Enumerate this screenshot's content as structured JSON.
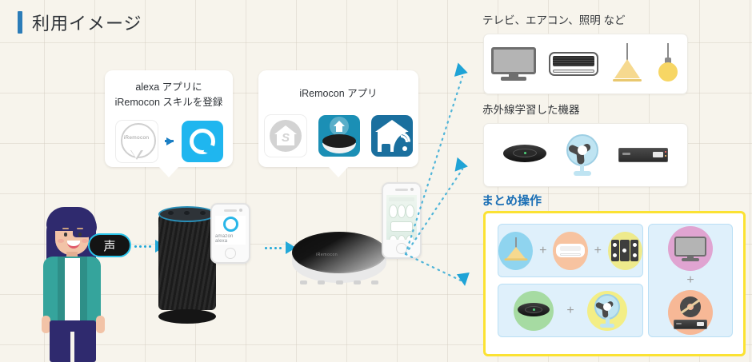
{
  "page": {
    "title": "利用イメージ",
    "accent_blue": "#2b7cb8",
    "background": "#f7f4ec",
    "arrow_blue": "#22a8d8",
    "highlight_yellow": "#fbe233"
  },
  "cards": [
    {
      "id": "alexa-setup",
      "title_line1": "alexa アプリに",
      "title_line2": "iRemocon スキルを登録",
      "icons": [
        "iremocon-pin-logo",
        "arrow-right-icon",
        "alexa-app-icon"
      ]
    },
    {
      "id": "iremocon-app",
      "title_line1": "iRemocon アプリ",
      "title_line2": "",
      "icons": [
        "house-s-logo",
        "iremocon-hub-app-icon",
        "wifi-house-app-icon"
      ]
    }
  ],
  "flow": {
    "voice_label": "声",
    "person": "user-illustration",
    "echo_device": "amazon-echo",
    "alexa_phone_label": "amazon alexa",
    "hub_device": "iremocon-hub",
    "hub_brand": "iRemocon"
  },
  "panels": [
    {
      "id": "ir-standard",
      "label": "テレビ、エアコン、照明 など",
      "devices": [
        "tv-icon",
        "air-conditioner-icon",
        "pendant-lamp-icon",
        "hanging-bulb-icon"
      ]
    },
    {
      "id": "ir-learned",
      "label": "赤外線学習した機器",
      "devices": [
        "robot-vacuum-icon",
        "electric-fan-icon",
        "dvd-player-icon"
      ]
    }
  ],
  "matome": {
    "label": "まとめ操作",
    "groups": [
      {
        "id": "scene-1",
        "items": [
          {
            "device": "pendant-lamp-icon",
            "color": "#8fd4ef"
          },
          {
            "device": "air-conditioner-icon",
            "color": "#f7c3a0"
          },
          {
            "device": "stereo-icon",
            "color": "#eeea8c"
          }
        ],
        "separator": "+"
      },
      {
        "id": "scene-2",
        "items": [
          {
            "device": "robot-vacuum-icon",
            "color": "#a6dba2"
          },
          {
            "device": "electric-fan-icon",
            "color": "#f3ee86"
          }
        ],
        "separator": "+"
      },
      {
        "id": "scene-3",
        "items": [
          {
            "device": "tv-icon",
            "color": "#e0a4d1"
          },
          {
            "device": "disc-player-icon",
            "color": "#f7b896"
          }
        ],
        "separator": "+"
      }
    ]
  }
}
